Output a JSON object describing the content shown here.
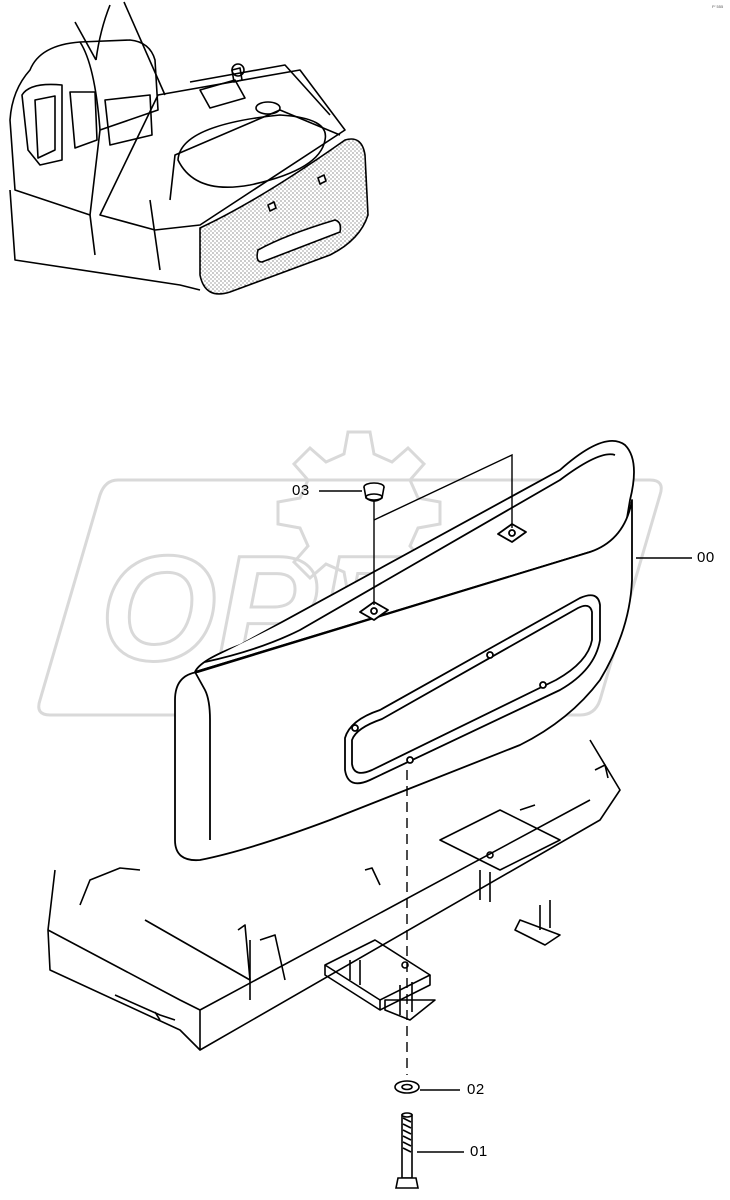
{
  "watermark": {
    "text": "OPEX",
    "color": "#d9d9d9"
  },
  "callouts": {
    "part_00": "00",
    "part_01": "01",
    "part_02": "02",
    "part_03": "03"
  },
  "corner_mark": "P’ 555",
  "colors": {
    "line": "#000000",
    "watermark": "#d9d9d9"
  }
}
